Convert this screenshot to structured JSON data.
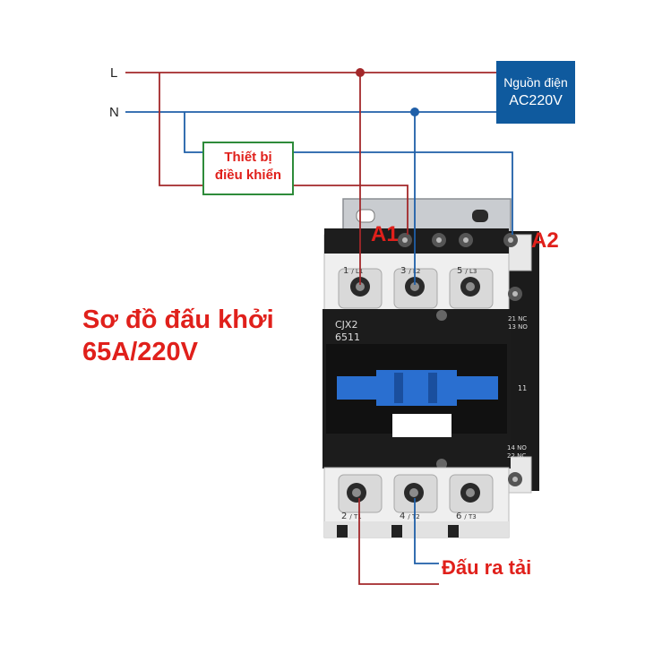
{
  "diagram": {
    "rails": {
      "line_label": "L",
      "neutral_label": "N"
    },
    "source_box": {
      "line1": "Nguồn điện",
      "line2": "AC220V"
    },
    "control_box": {
      "line1": "Thiết bị",
      "line2": "điều khiển"
    },
    "coil_markers": {
      "a1": "A1",
      "a2": "A2"
    },
    "title": {
      "line1": "Sơ đồ đấu khởi",
      "line2": "65A/220V"
    },
    "output_label": "Đấu ra tải",
    "contactor": {
      "model_line1": "CJX2",
      "model_line2": "6511",
      "top_terminals": [
        {
          "num": "1",
          "sub": "/ L1"
        },
        {
          "num": "3",
          "sub": "/ L2"
        },
        {
          "num": "5",
          "sub": "/ L3"
        }
      ],
      "bottom_terminals": [
        {
          "num": "2",
          "sub": "/ T1"
        },
        {
          "num": "4",
          "sub": "/ T2"
        },
        {
          "num": "6",
          "sub": "/ T3"
        }
      ],
      "aux_top_1": "21 NC",
      "aux_top_2": "13 NO",
      "aux_mid": "11",
      "aux_bottom_1": "14 NO",
      "aux_bottom_2": "22 NC"
    },
    "colors": {
      "line_wire": "#a3282a",
      "neutral_wire": "#1f5fa8",
      "label_red": "#e0201b",
      "source_blue": "#0f5a9e",
      "control_border": "#2e8b3a"
    }
  }
}
